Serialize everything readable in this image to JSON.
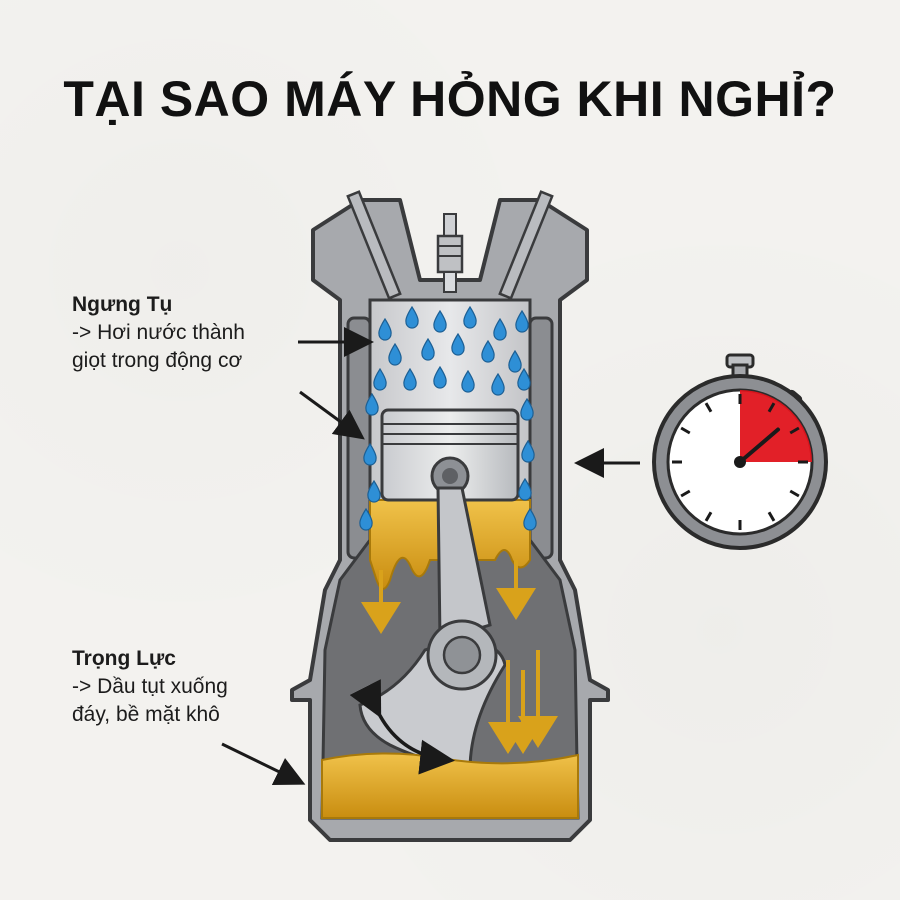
{
  "title": "TẠI SAO MÁY HỎNG KHI NGHỈ?",
  "labels": {
    "condensation": {
      "heading": "Ngưng Tụ",
      "body": "-> Hơi nước thành\ngiọt trong động cơ"
    },
    "gravity": {
      "heading": "Trọng Lực",
      "body": "-> Dầu tụt xuống\nđáy, bề mặt khô"
    }
  },
  "icons": {
    "engine": "engine-cutaway-illustration",
    "stopwatch": "stopwatch-icon",
    "water": "water-droplet-icon",
    "oil_flow": "oil-flow-arrow-icon",
    "rotation": "rotation-arrow-icon",
    "pointer": "pointer-arrow-icon"
  },
  "stopwatch": {
    "elapsed_fraction": 0.25
  },
  "colors": {
    "background": "#f3f2ef",
    "title": "#111111",
    "engine_block": "#8e9094",
    "engine_outline": "#3a3b3d",
    "crankcase_interior": "#6f7073",
    "oil": "#d9a21b",
    "water": "#2e8fd6",
    "stopwatch_red": "#e0141c",
    "arrow": "#1a1a1a"
  }
}
